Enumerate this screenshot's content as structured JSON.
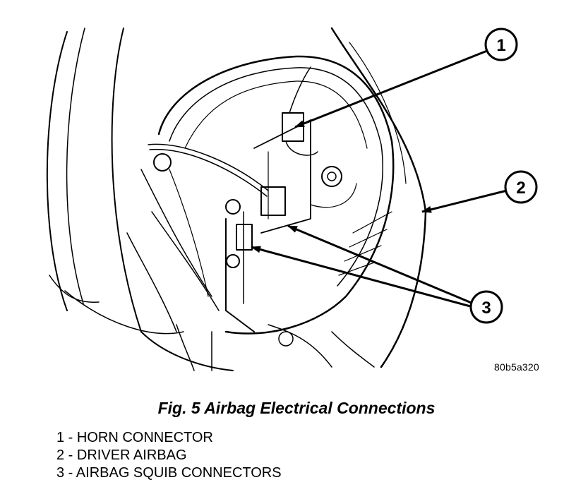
{
  "figure": {
    "image_code": "80b5a320",
    "caption": "Fig. 5 Airbag Electrical Connections"
  },
  "callouts": [
    {
      "number": "1",
      "label": "HORN CONNECTOR"
    },
    {
      "number": "2",
      "label": "DRIVER AIRBAG"
    },
    {
      "number": "3",
      "label": "AIRBAG SQUIB CONNECTORS"
    }
  ],
  "legend_separator": " - "
}
